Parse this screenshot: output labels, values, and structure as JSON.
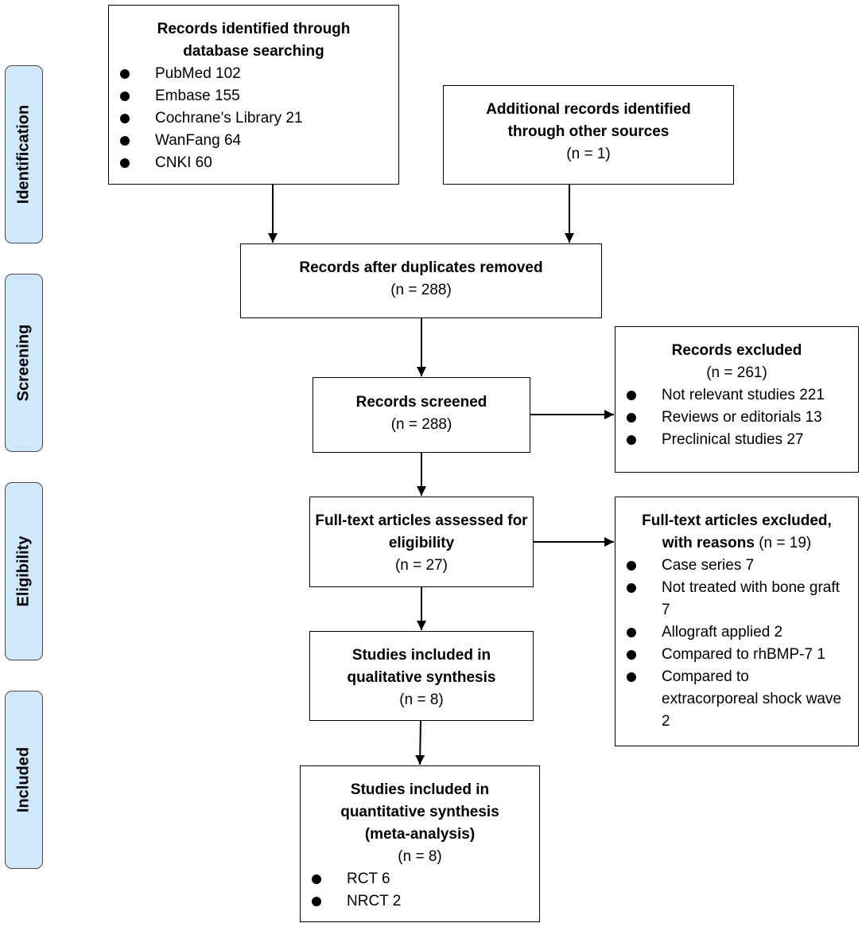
{
  "stages": [
    "Identification",
    "Screening",
    "Eligibility",
    "Included"
  ],
  "database_search": {
    "title": "Records identified through database searching",
    "items": [
      "PubMed 102",
      "Embase 155",
      "Cochrane’s Library 21",
      "WanFang 64",
      "CNKI 60"
    ]
  },
  "other_sources": {
    "title": "Additional records identified through other sources",
    "count": "(n = 1)"
  },
  "duplicates_removed": {
    "title": "Records after duplicates removed",
    "count": "(n = 288)"
  },
  "screened": {
    "title": "Records screened",
    "count": "(n = 288)"
  },
  "excluded": {
    "title": "Records excluded",
    "count": "(n = 261)",
    "items": [
      "Not relevant studies 221",
      "Reviews or editorials 13",
      "Preclinical studies 27"
    ]
  },
  "fulltext_assessed": {
    "title": "Full-text articles assessed for eligibility",
    "count": "(n = 27)"
  },
  "fulltext_excluded": {
    "title": "Full-text articles excluded, with reasons",
    "count": "(n = 19)",
    "items": [
      "Case series 7",
      "Not treated with bone graft 7",
      "Allograft applied 2",
      "Compared to rhBMP-7 1",
      "Compared to extracorporeal shock wave 2"
    ]
  },
  "qualitative": {
    "title": "Studies included in qualitative synthesis",
    "count": "(n = 8)"
  },
  "quantitative": {
    "title": "Studies included in quantitative synthesis (meta-analysis)",
    "count": "(n = 8)",
    "items": [
      "RCT 6",
      "NRCT 2"
    ]
  }
}
